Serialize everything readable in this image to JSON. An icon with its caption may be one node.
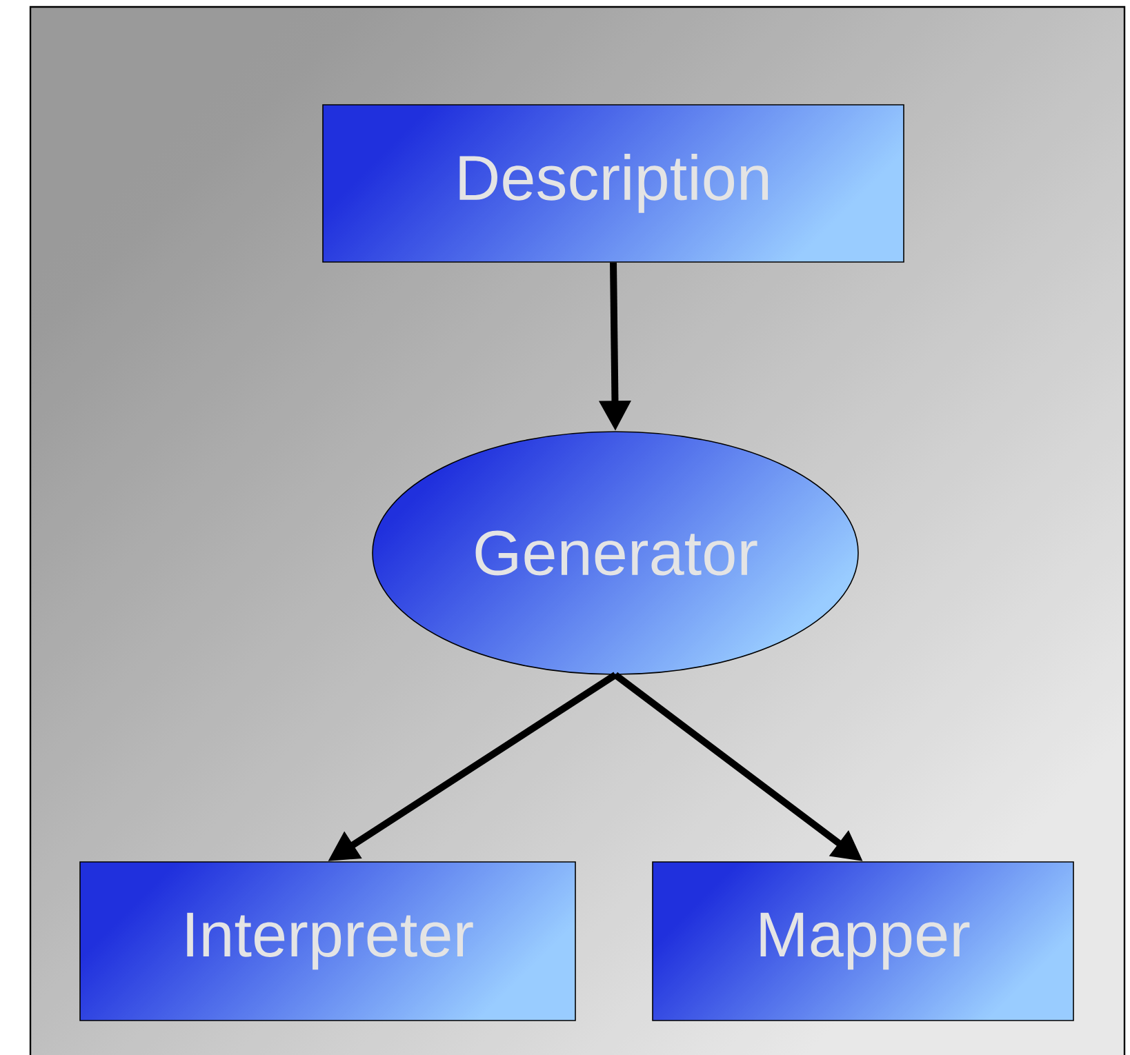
{
  "diagram": {
    "nodes": [
      {
        "text": [
          "Description"
        ]
      },
      {
        "text": [
          "Generator"
        ]
      },
      {
        "text": [
          "Interpreter"
        ]
      },
      {
        "text": [
          "Mapper"
        ]
      }
    ],
    "edges": [
      {
        "from": 0,
        "to": 1,
        "arrow": "to"
      },
      {
        "from": 1,
        "to": 2,
        "arrow": "to"
      },
      {
        "from": 1,
        "to": 3,
        "arrow": "to"
      }
    ]
  }
}
